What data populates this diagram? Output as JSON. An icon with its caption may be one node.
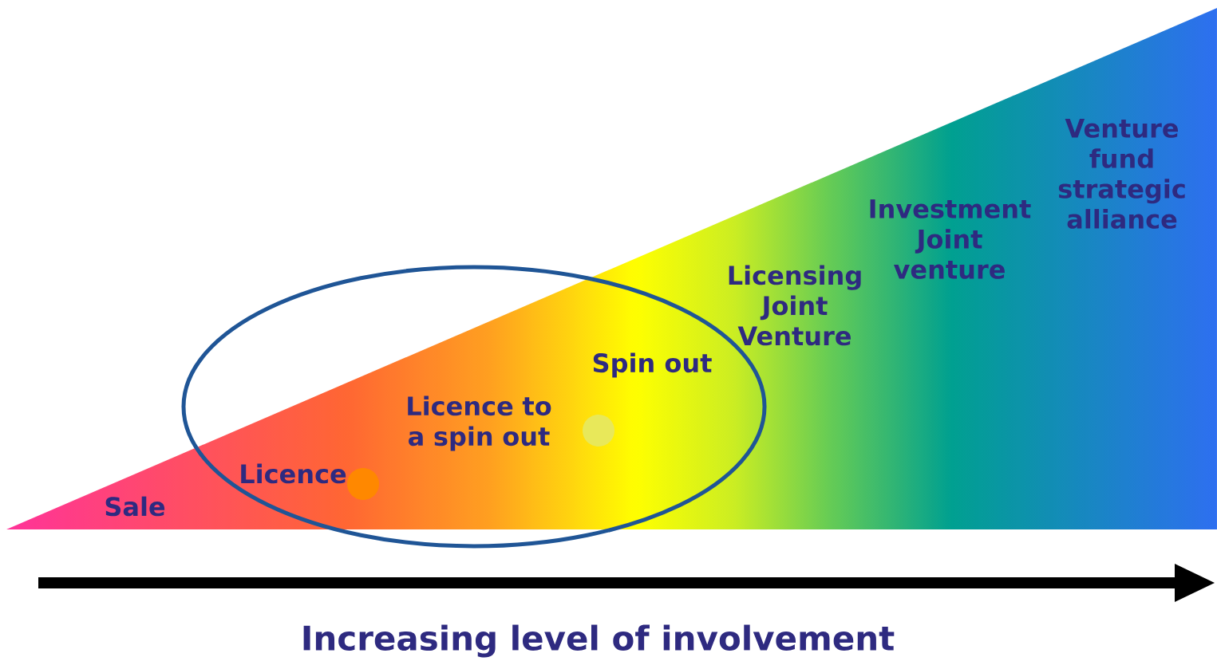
{
  "diagram": {
    "nodes": [
      {
        "text": [
          "Licence",
          "Licence to a spin out",
          "Spin out"
        ]
      }
    ],
    "labels": [
      "Venture fund strategic alliance",
      "Investment Joint venture",
      "Licensing Joint Venture",
      "Sale",
      "Increasing level of involvement"
    ]
  }
}
